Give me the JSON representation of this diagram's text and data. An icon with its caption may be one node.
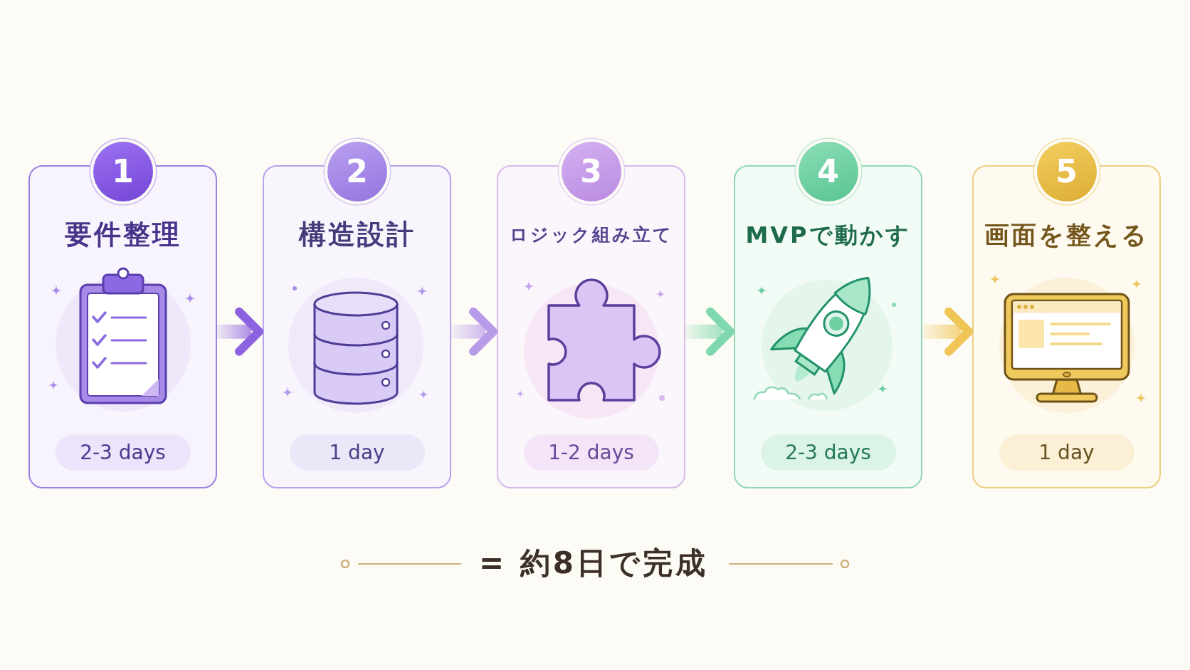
{
  "diagram": {
    "nodes": [
      {
        "text": [
          "1"
        ]
      },
      {
        "text": [
          "要件整理"
        ]
      },
      {
        "text": [
          "2-3 days"
        ],
        "in": 1
      },
      {
        "text": [
          "2"
        ]
      },
      {
        "text": [
          "構造設計"
        ]
      },
      {
        "text": [
          "1 day"
        ],
        "in": 4
      },
      {
        "text": [
          "3"
        ]
      },
      {
        "text": [
          "ロジック組み立て"
        ]
      },
      {
        "text": [
          "1-2 days"
        ],
        "in": 7
      },
      {
        "text": [
          "4"
        ]
      },
      {
        "text": [
          "MVPで動かす"
        ]
      },
      {
        "text": [
          "2-3 days"
        ],
        "in": 10
      },
      {
        "text": [
          "5"
        ]
      },
      {
        "text": [
          "画面を整える"
        ]
      },
      {
        "text": [
          "1 day"
        ],
        "in": 13
      }
    ],
    "edges": [
      {
        "from": 1,
        "to": 4,
        "arrow": "to",
        "color": "#8b63e0"
      },
      {
        "from": 4,
        "to": 7,
        "arrow": "to",
        "color": "#b89be8"
      },
      {
        "from": 7,
        "to": 10,
        "arrow": "to",
        "color": "#7fd8ad"
      },
      {
        "from": 10,
        "to": 13,
        "arrow": "to",
        "color": "#efc555"
      }
    ],
    "labels": [
      "= 約8日で完成"
    ]
  }
}
